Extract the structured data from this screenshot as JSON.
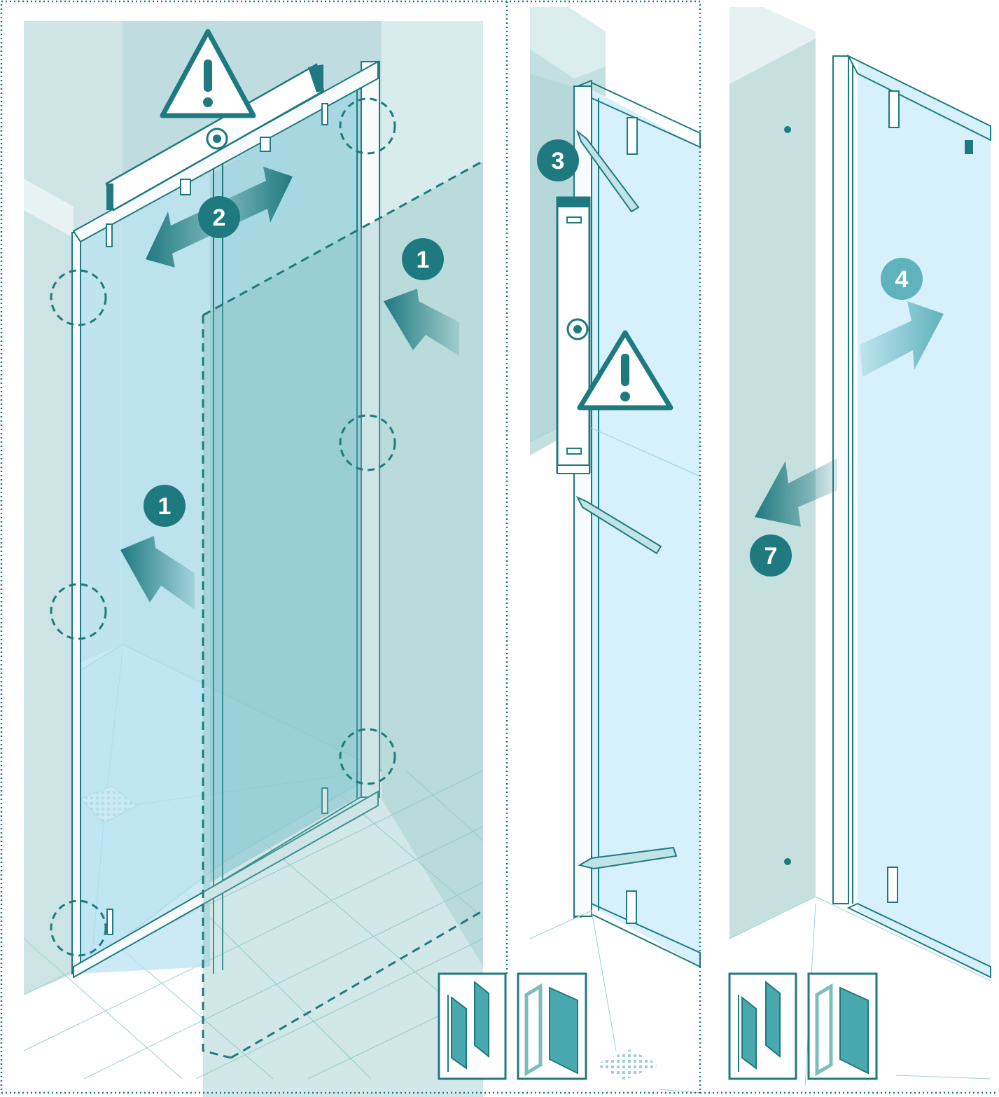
{
  "steps": {
    "s1a": "1",
    "s1b": "1",
    "s2": "2",
    "s3": "3",
    "s4": "4",
    "s7": "7"
  },
  "icons": {
    "warning_top": "warning-triangle-icon",
    "warning_mid": "warning-triangle-icon",
    "pencil": "pencil-icon",
    "spirit_level": "spirit-level-icon"
  },
  "colors": {
    "teal": "#1f7a80",
    "teal_dark": "#136a70",
    "teal_light": "#5fb3bc",
    "glass": "#c8ebf7",
    "glass_deep": "#a9d6df",
    "wall": "#d2e6e6",
    "wall_dark": "#b9dadc",
    "frame": "#f5fafb",
    "dotted_border": "#1f7a80"
  }
}
